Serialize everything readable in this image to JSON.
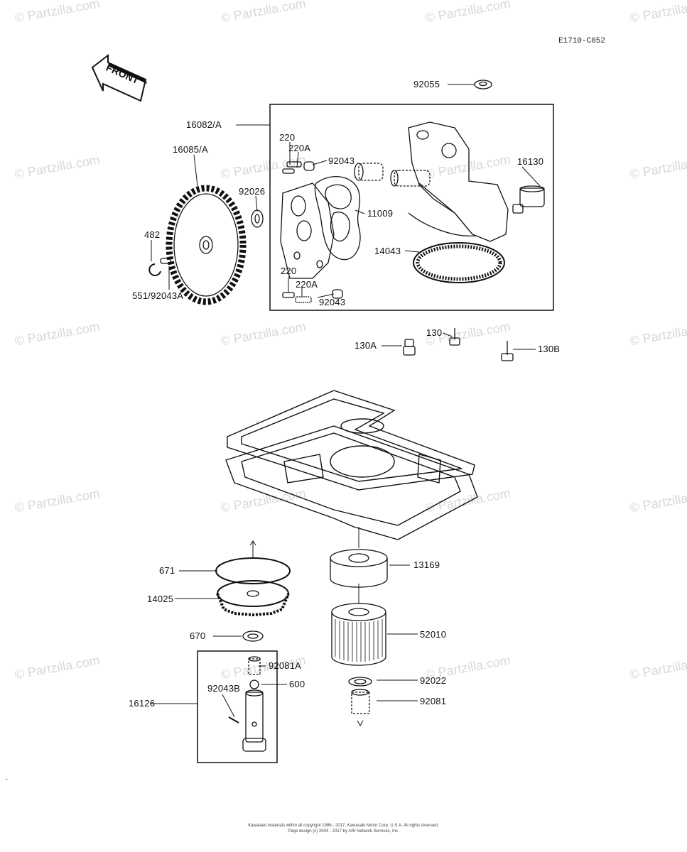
{
  "diagram_code": "E1710-C052",
  "watermark": "© Partzilla.com",
  "front_label": "FRONT",
  "labels": {
    "p92055": "92055",
    "p16082A": "16082/A",
    "p220_a": "220",
    "p220A_a": "220A",
    "p92043_a": "92043",
    "p16130": "16130",
    "p16085A": "16085/A",
    "p92026": "92026",
    "p11009": "11009",
    "p482": "482",
    "p14043": "14043",
    "p551": "551/92043A",
    "p220_b": "220",
    "p220A_b": "220A",
    "p92043_b": "92043",
    "p130": "130",
    "p130A": "130A",
    "p130B": "130B",
    "p671": "671",
    "p13169": "13169",
    "p14025": "14025",
    "p670": "670",
    "p52010": "52010",
    "p92081A": "92081A",
    "p92043B": "92043B",
    "p600": "600",
    "p16126": "16126",
    "p92022": "92022",
    "p92081": "92081"
  },
  "footer": {
    "line1": "Kawasaki materials within all copyright 1986 - 2017, Kawasaki Motor Corp. U.S.A. All rights reserved.",
    "line2": "Page design (c) 2004 - 2017 by ARI Network Services, Inc."
  }
}
